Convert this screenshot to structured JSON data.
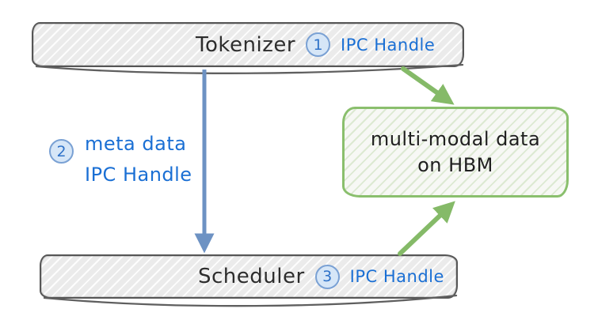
{
  "diagram": {
    "nodes": {
      "tokenizer": {
        "label": "Tokenizer"
      },
      "scheduler": {
        "label": "Scheduler"
      },
      "hbm": {
        "label_line1": "multi-modal data",
        "label_line2": "on HBM"
      }
    },
    "steps": {
      "step1": {
        "number": "1",
        "label": "IPC Handle"
      },
      "step2": {
        "number": "2",
        "label_line1": "meta data",
        "label_line2": "IPC Handle"
      },
      "step3": {
        "number": "3",
        "label": "IPC Handle"
      }
    },
    "edges": [
      {
        "from": "Tokenizer",
        "to": "multi-modal data on HBM",
        "step": "1",
        "color": "#85ba68"
      },
      {
        "from": "Tokenizer",
        "to": "Scheduler",
        "step": "2",
        "color": "#6d92c3"
      },
      {
        "from": "Scheduler",
        "to": "multi-modal data on HBM",
        "step": "3",
        "color": "#85ba68"
      }
    ],
    "colors": {
      "node_border": "#565656",
      "node_fill": "#ebebeb",
      "hbm_border": "#8abf6d",
      "hbm_fill": "#f7f8f5",
      "blue_arrow": "#6d92c3",
      "green_arrow": "#85ba68",
      "blue_text": "#1a6fd4",
      "badge_fill": "#d6e6f7",
      "badge_border": "#7aa1d4",
      "badge_text": "#2f72c8",
      "dark_text": "#2d2d2d"
    }
  }
}
